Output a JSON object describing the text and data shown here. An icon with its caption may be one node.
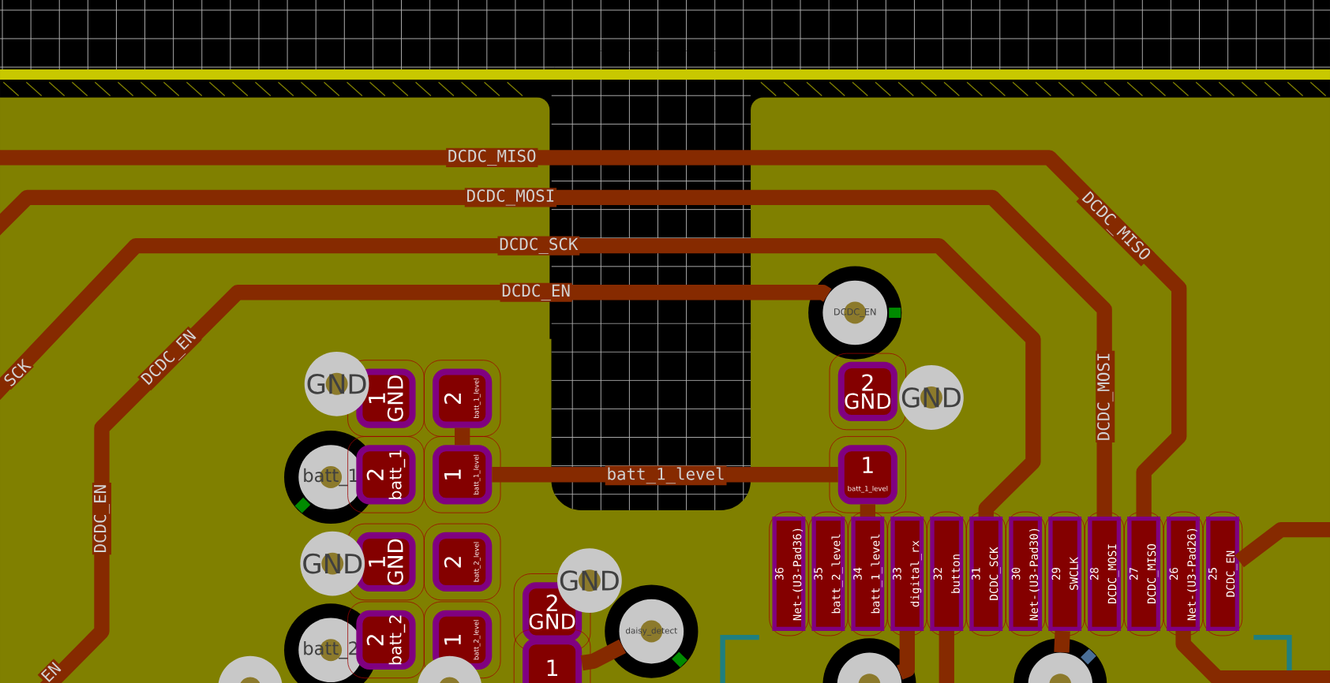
{
  "diagram": {
    "nodes": [
      {
        "text": [
          "GND"
        ]
      },
      {
        "text": [
          "1",
          "GND"
        ]
      },
      {
        "text": [
          "2",
          "batt_1_level"
        ]
      },
      {
        "text": [
          "batt_1"
        ]
      },
      {
        "text": [
          "2",
          "batt_1"
        ]
      },
      {
        "text": [
          "1",
          "batt_1_level"
        ]
      },
      {
        "text": [
          "GND"
        ]
      },
      {
        "text": [
          "1",
          "GND"
        ]
      },
      {
        "text": [
          "2",
          "batt_2_level"
        ]
      },
      {
        "text": [
          "batt_2"
        ]
      },
      {
        "text": [
          "2",
          "batt_2"
        ]
      },
      {
        "text": [
          "1",
          "batt_2_level"
        ]
      },
      {
        "text": [
          "2",
          "GND"
        ]
      },
      {
        "text": [
          "GND"
        ]
      },
      {
        "text": [
          "daisy_detect"
        ]
      },
      {
        "text": [
          "1"
        ]
      },
      {
        "text": [
          "DCDC_EN"
        ]
      },
      {
        "text": [
          "2",
          "GND"
        ]
      },
      {
        "text": [
          "GND"
        ]
      },
      {
        "text": [
          "1",
          "batt_1_level"
        ]
      },
      {
        "text": [
          "36",
          "Net-(U3-Pad36)"
        ]
      },
      {
        "text": [
          "35",
          "batt_2_level"
        ]
      },
      {
        "text": [
          "34",
          "batt_1_level"
        ]
      },
      {
        "text": [
          "33",
          "digital_rx"
        ]
      },
      {
        "text": [
          "32",
          "button"
        ]
      },
      {
        "text": [
          "31",
          "DCDC_SCK"
        ]
      },
      {
        "text": [
          "30",
          "Net-(U3-Pad30)"
        ]
      },
      {
        "text": [
          "29",
          "SWCLK"
        ]
      },
      {
        "text": [
          "28",
          "DCDC_MOSI"
        ]
      },
      {
        "text": [
          "27",
          "DCDC_MISO"
        ]
      },
      {
        "text": [
          "26",
          "Net-(U3-Pad26)"
        ]
      },
      {
        "text": [
          "25",
          "DCDC_EN"
        ]
      },
      {
        "text": [],
        "shape": "circle"
      },
      {
        "text": [],
        "shape": "circle"
      },
      {
        "text": [],
        "shape": "circle"
      },
      {
        "text": [],
        "shape": "circle"
      }
    ],
    "edges": [
      {
        "from": 2,
        "to": 5,
        "arrow": "none"
      },
      {
        "from": 5,
        "to": 19,
        "arrow": "none",
        "label": "batt_1_level"
      },
      {
        "from": 19,
        "to": 22,
        "arrow": "none"
      },
      {
        "from": null,
        "to": 16,
        "arrow": "none",
        "label": "DCDC_EN"
      },
      {
        "from": null,
        "to": 25,
        "arrow": "none",
        "label": "DCDC_SCK"
      },
      {
        "from": null,
        "to": 28,
        "arrow": "none",
        "label": "DCDC_MOSI"
      },
      {
        "from": null,
        "to": 29,
        "arrow": "none",
        "label": "DCDC_MISO"
      },
      {
        "from": 15,
        "to": 14,
        "arrow": "none"
      },
      {
        "from": 23,
        "to": 34,
        "arrow": "none"
      },
      {
        "from": 24,
        "to": null,
        "arrow": "none"
      },
      {
        "from": 27,
        "to": 35,
        "arrow": "none"
      },
      {
        "from": 30,
        "to": null,
        "arrow": "none"
      },
      {
        "from": 31,
        "to": null,
        "arrow": "none"
      }
    ],
    "labels": [
      "DCDC_MISO",
      "SCK",
      "DCDC_EN",
      "DCDC_EN",
      "EN",
      "DCDC_MOSI"
    ]
  }
}
